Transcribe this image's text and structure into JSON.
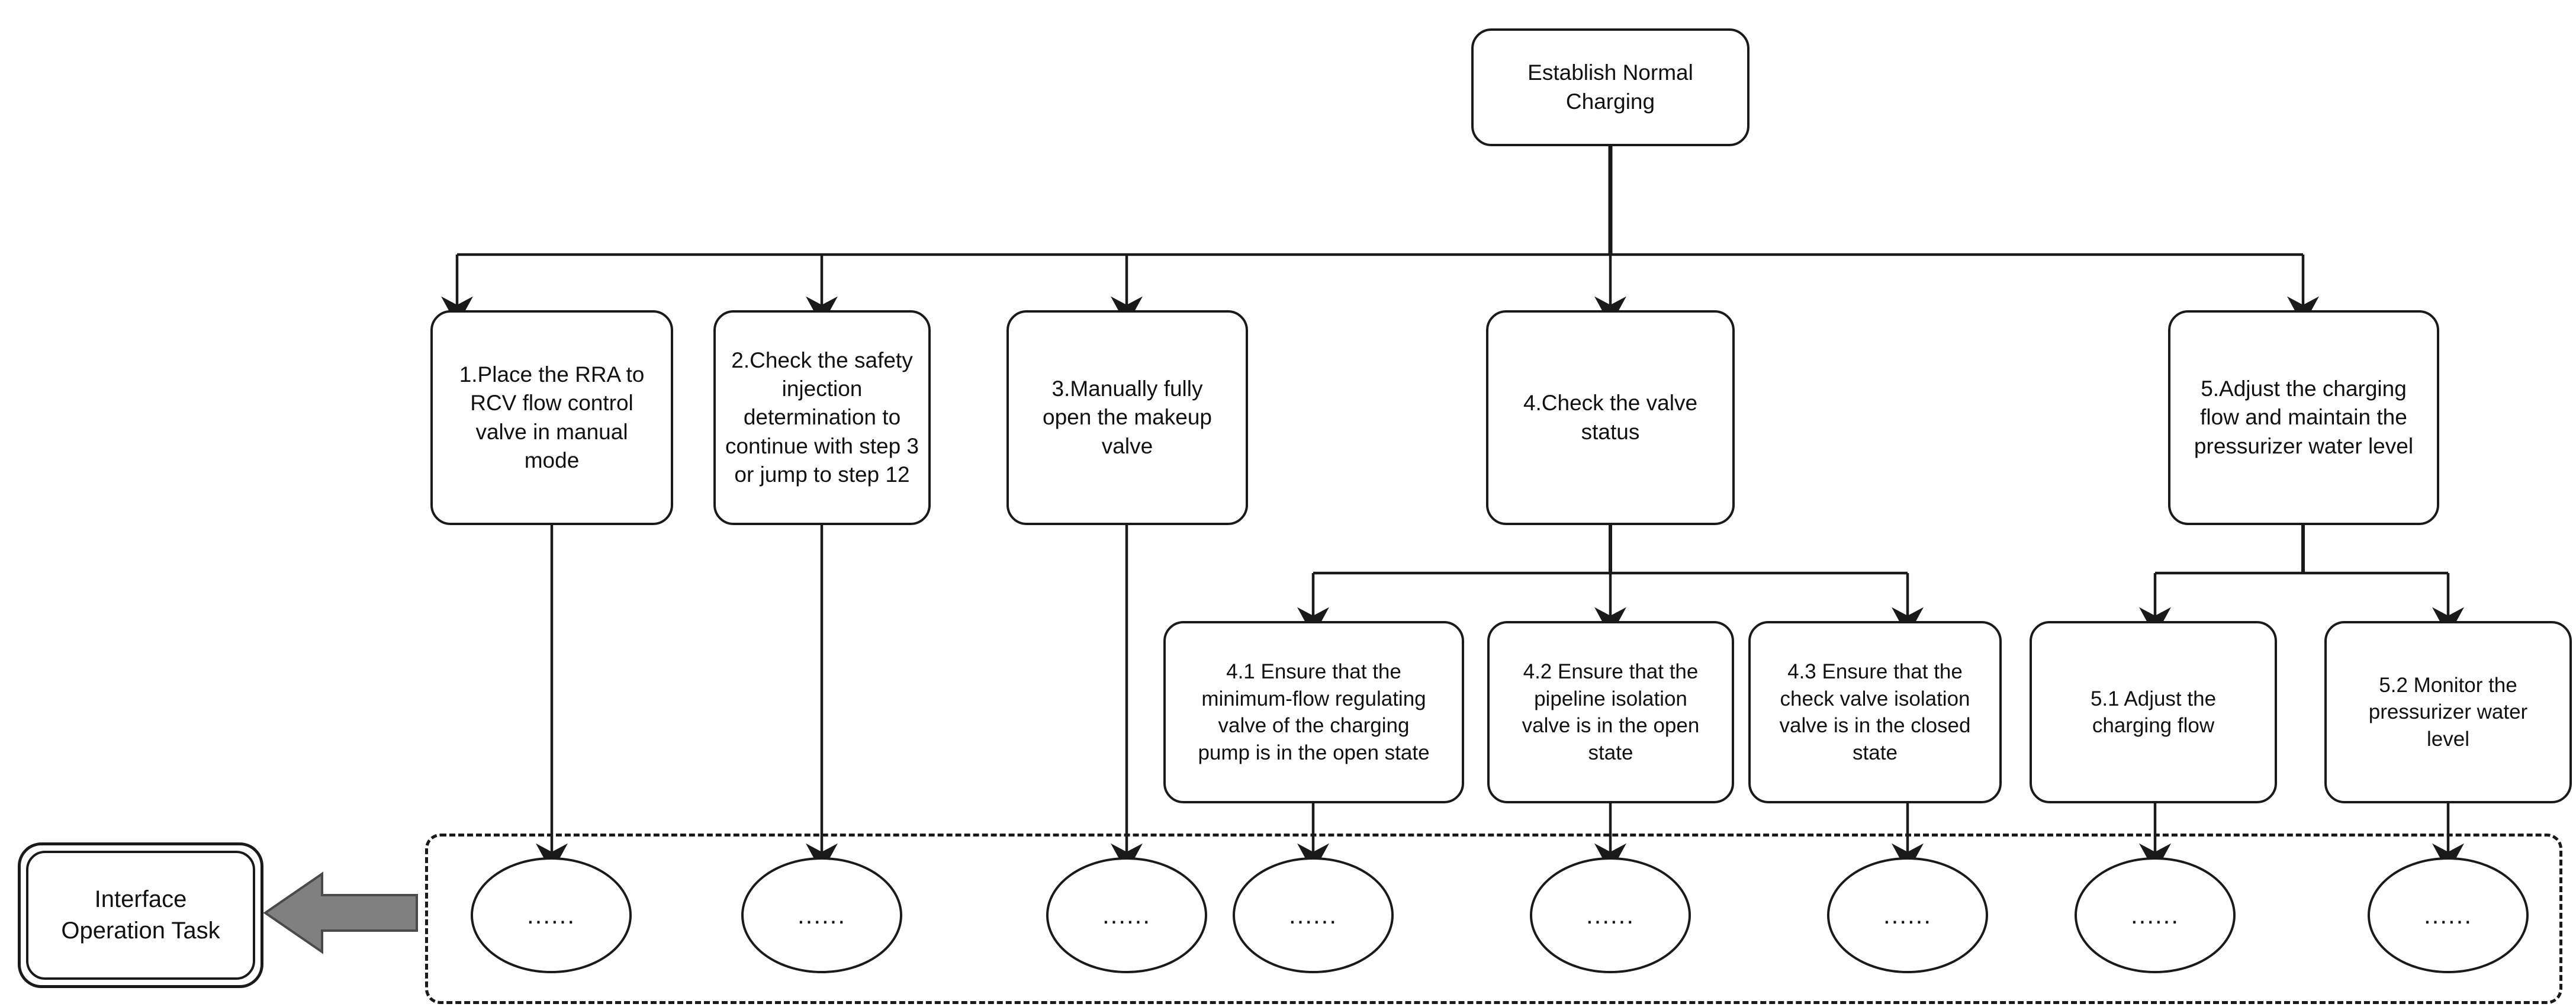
{
  "diagram": {
    "type": "hierarchical-task-decomposition-flowchart",
    "title_node": "Establish Normal Charging",
    "root": {
      "id": "root",
      "label": "Establish Normal\nCharging"
    },
    "level2": [
      {
        "id": "n1",
        "label": "1.Place the RRA to\nRCV flow control\nvalve in manual\nmode"
      },
      {
        "id": "n2",
        "label": "2.Check the safety\ninjection\ndetermination to\ncontinue with step 3\nor jump to step 12"
      },
      {
        "id": "n3",
        "label": "3.Manually fully\nopen the makeup\nvalve"
      },
      {
        "id": "n4",
        "label": "4.Check the valve\nstatus"
      },
      {
        "id": "n5",
        "label": " 5.Adjust the charging\nflow and  maintain the\npressurizer water level"
      }
    ],
    "level3": [
      {
        "id": "n41",
        "parent": "n4",
        "label": "4.1 Ensure that the\nminimum-flow regulating\nvalve of the  charging\npump is in the open state"
      },
      {
        "id": "n42",
        "parent": "n4",
        "label": "4.2 Ensure that the\npipeline isolation\nvalve is in the open\nstate"
      },
      {
        "id": "n43",
        "parent": "n4",
        "label": "4.3 Ensure that the\ncheck valve isolation\nvalve is in the closed\nstate"
      },
      {
        "id": "n51",
        "parent": "n5",
        "label": "5.1 Adjust the\ncharging flow"
      },
      {
        "id": "n52",
        "parent": "n5",
        "label": "5.2 Monitor the\npressurizer water\nlevel"
      }
    ],
    "leaves": [
      {
        "id": "e1",
        "label": "......"
      },
      {
        "id": "e2",
        "label": "......"
      },
      {
        "id": "e3",
        "label": "......"
      },
      {
        "id": "e4",
        "label": "......"
      },
      {
        "id": "e5",
        "label": "......"
      },
      {
        "id": "e6",
        "label": "......"
      },
      {
        "id": "e7",
        "label": "......"
      },
      {
        "id": "e8",
        "label": "......"
      }
    ],
    "group_callout": {
      "label": "Interface\nOperation Task",
      "arrow_direction": "left",
      "arrow_color": "#808080"
    },
    "colors": {
      "stroke": "#1a1a1a",
      "text": "#111111",
      "background": "#ffffff",
      "arrow_fill": "#808080",
      "arrow_stroke": "#1a1a1a"
    }
  }
}
